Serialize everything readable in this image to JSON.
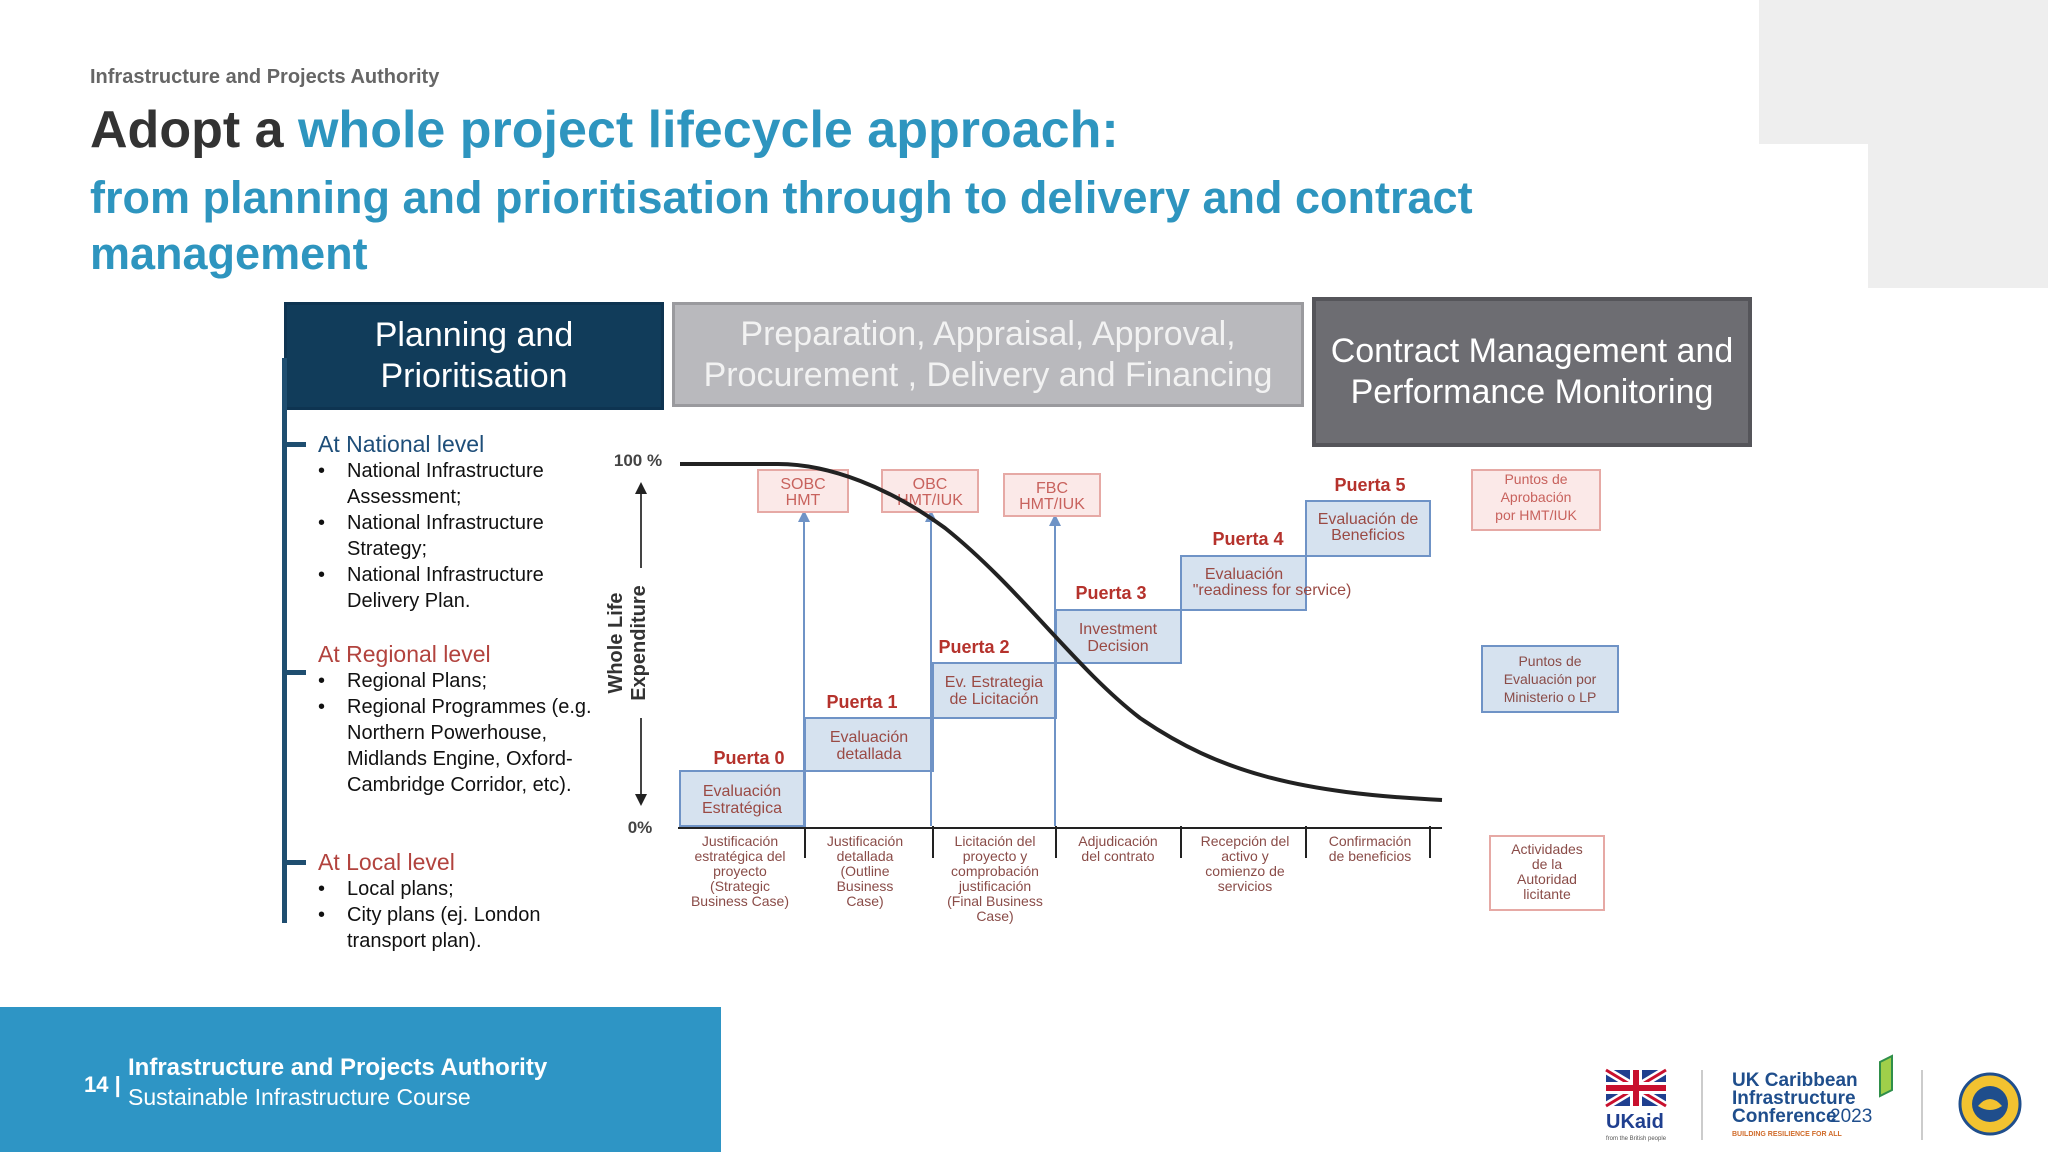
{
  "header": {
    "org": "Infrastructure and Projects Authority",
    "title_prefix": "Adopt a",
    "title_highlight": "whole project lifecycle approach:",
    "subtitle": "from planning and prioritisation through to delivery and contract management"
  },
  "phases": {
    "planning": "Planning and Prioritisation",
    "prep": "Preparation, Appraisal, Approval, Procurement , Delivery and Financing",
    "contract": "Contract Management and Performance Monitoring"
  },
  "levels": {
    "national": {
      "label": "At National level",
      "items": [
        "National Infrastructure Assessment;",
        "National Infrastructure Strategy;",
        "National Infrastructure Delivery Plan."
      ]
    },
    "regional": {
      "label": "At Regional level",
      "items": [
        "Regional Plans;",
        "Regional Programmes (e.g. Northern Powerhouse, Midlands Engine, Oxford-Cambridge Corridor, etc)."
      ]
    },
    "local": {
      "label": "At Local level",
      "items": [
        "Local plans;",
        "City plans (ej. London transport plan)."
      ]
    }
  },
  "diagram": {
    "y_top": "100 %",
    "y_bottom": "0%",
    "y_label_1": "Whole Life",
    "y_label_2": "Expenditure",
    "gates": [
      "Puerta 0",
      "Puerta 1",
      "Puerta 2",
      "Puerta 3",
      "Puerta 4",
      "Puerta 5"
    ],
    "step_boxes": [
      [
        "Evaluación",
        "Estratégica"
      ],
      [
        "Evaluación",
        "detallada"
      ],
      [
        "Ev. Estrategia",
        "de Licitación"
      ],
      [
        "Investment",
        "Decision"
      ],
      [
        "Evaluación",
        "\"readiness for service)"
      ],
      [
        "Evaluación de",
        "Beneficios"
      ]
    ],
    "approvals": [
      [
        "SOBC",
        "HMT"
      ],
      [
        "OBC",
        "HMT/IUK"
      ],
      [
        "FBC",
        "HMT/IUK"
      ]
    ],
    "bottom_labels": [
      [
        "Justificación",
        "estratégica del",
        "proyecto",
        "(Strategic",
        "Business Case)"
      ],
      [
        "Justificación",
        "detallada",
        "(Outline",
        "Business",
        "Case)"
      ],
      [
        "Licitación del",
        "proyecto y",
        "comprobación",
        "justificación",
        "(Final Business",
        "Case)"
      ],
      [
        "Adjudicación",
        "del contrato"
      ],
      [
        "Recepción del",
        "activo y",
        "comienzo de",
        "servicios"
      ],
      [
        "Confirmación",
        "de beneficios"
      ]
    ],
    "legend": {
      "approval_points": [
        "Puntos de",
        "Aprobación",
        "por HMT/IUK"
      ],
      "ministry_points": [
        "Puntos de",
        "Evaluación por",
        "Ministerio o LP"
      ],
      "authority_activities": [
        "Actividades",
        "de la",
        "Autoridad",
        "licitante"
      ]
    }
  },
  "footer": {
    "page": "14",
    "org": "Infrastructure and Projects Authority",
    "course": "Sustainable Infrastructure Course"
  },
  "logos": {
    "ukaid": "UKaid",
    "ukaid_small": "from the British people",
    "conf_line1": "UK Caribbean",
    "conf_line2": "Infrastructure",
    "conf_line3": "Conference",
    "conf_year": "2023",
    "conf_tagline": "BUILDING RESILIENCE FOR ALL"
  },
  "colors": {
    "accent": "#2e95bf",
    "planning": "#113c5a",
    "prep": "#b9b9bd",
    "contract": "#6d6d72",
    "gate_text": "#b5322c",
    "box_fill": "#d6e2ef"
  }
}
